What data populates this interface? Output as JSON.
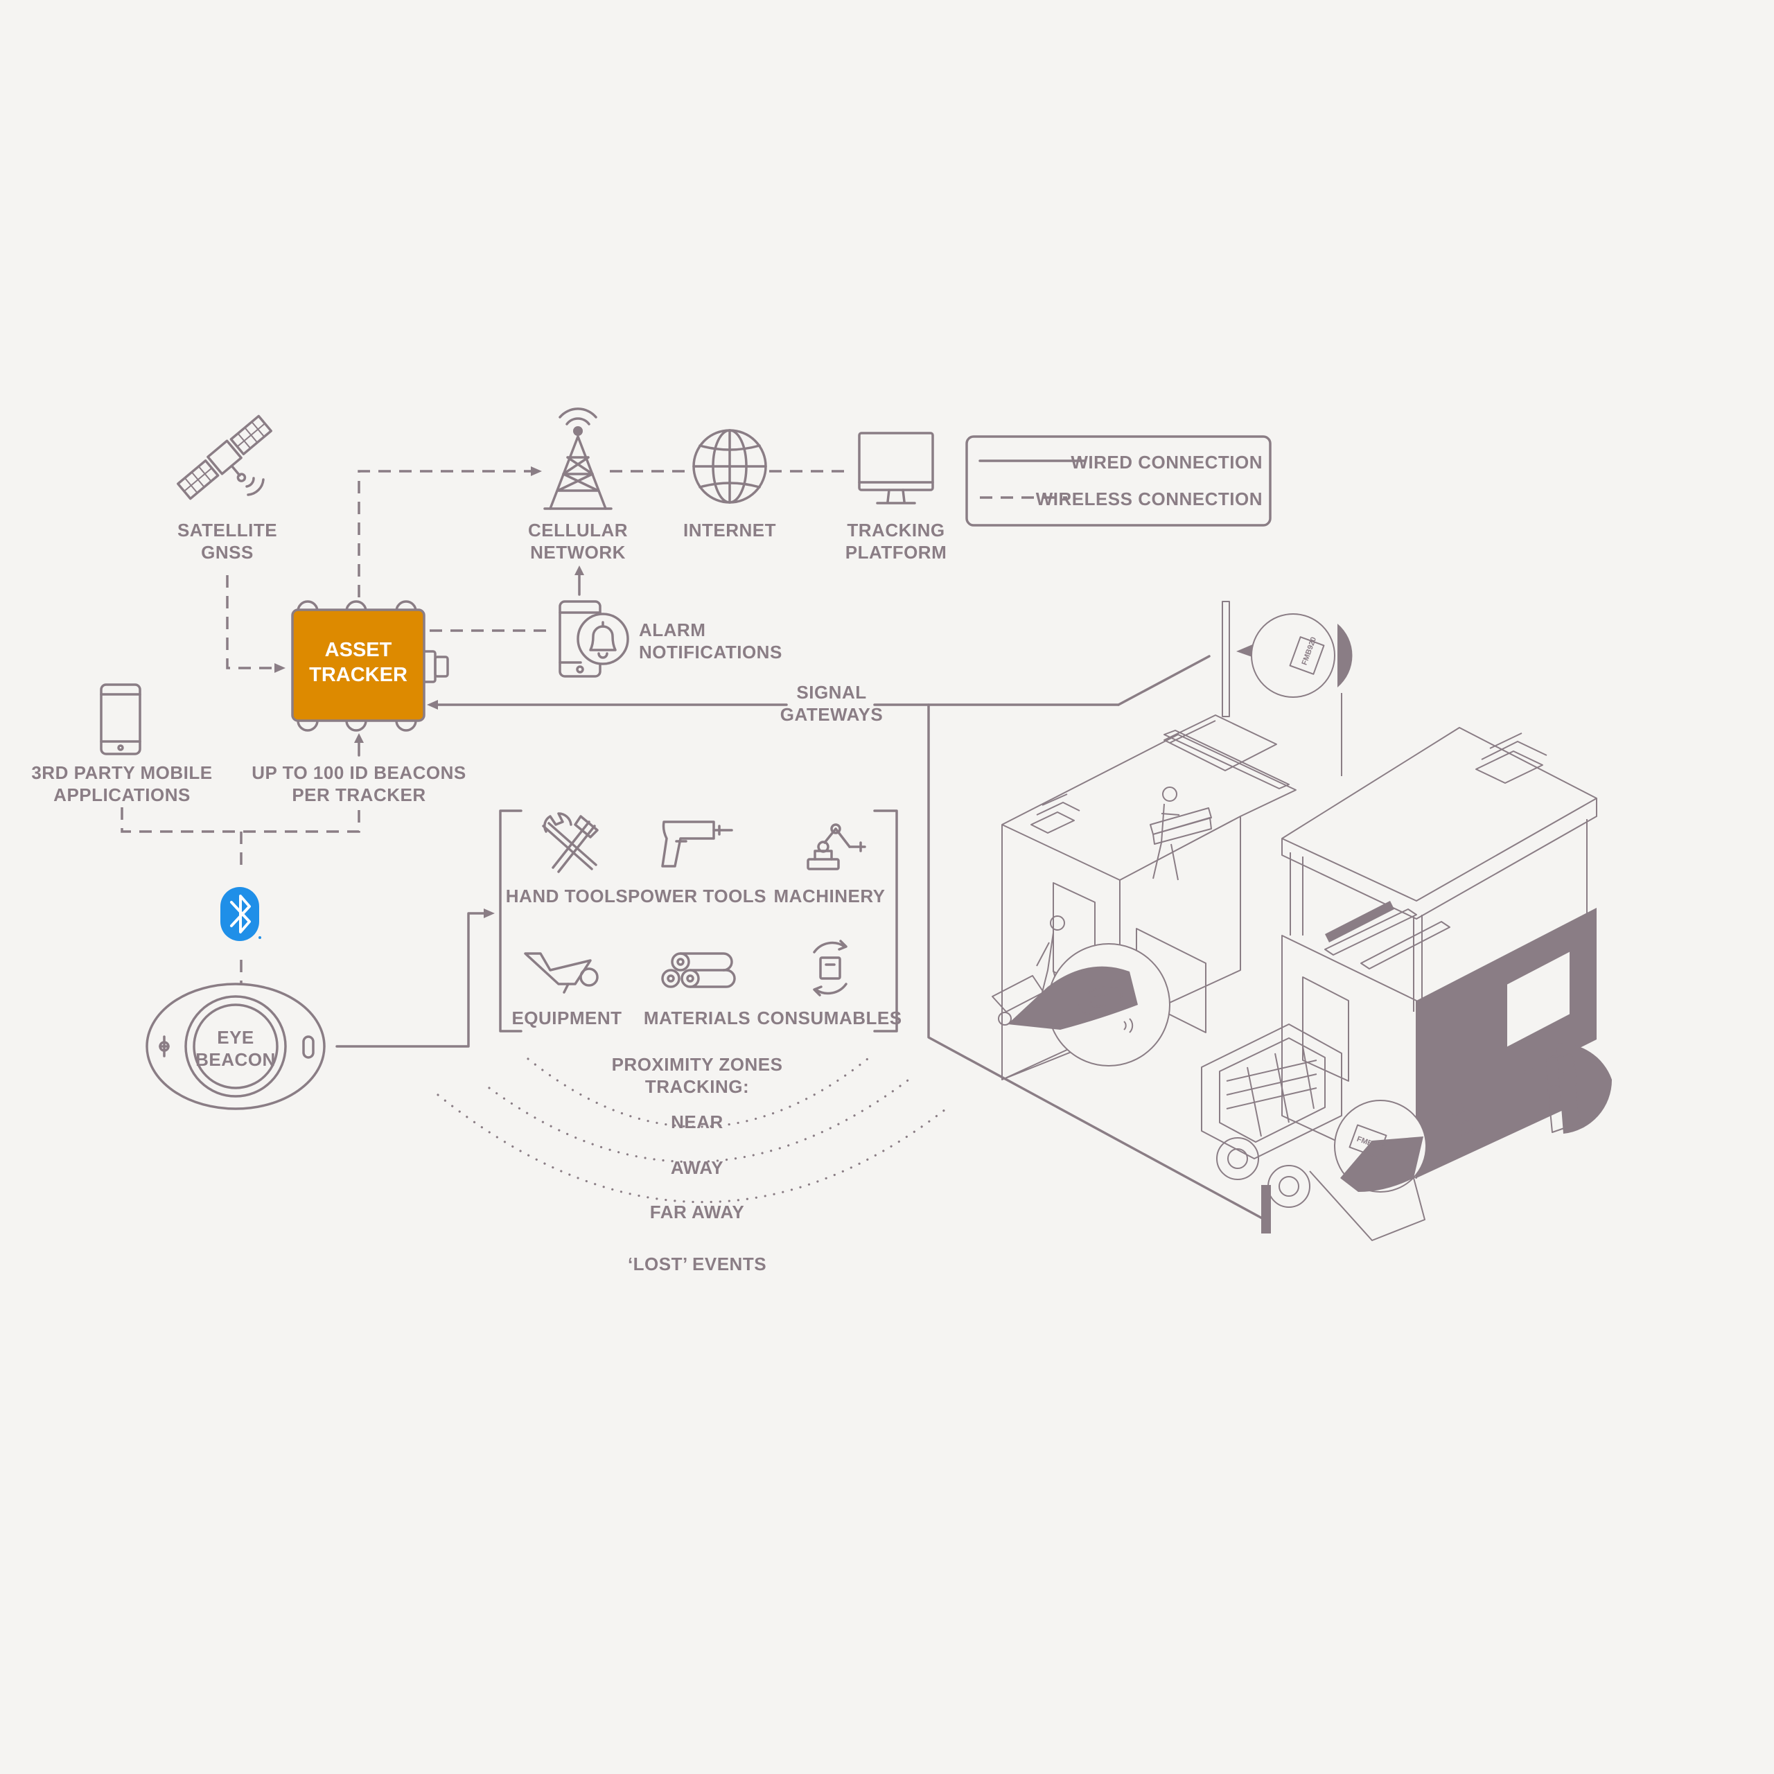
{
  "legend": {
    "wired": "WIRED CONNECTION",
    "wireless": "WIRELESS CONNECTION"
  },
  "nodes": {
    "satellite": [
      "SATELLITE",
      "GNSS"
    ],
    "cellular": [
      "CELLULAR",
      "NETWORK"
    ],
    "internet": [
      "INTERNET"
    ],
    "platform": [
      "TRACKING",
      "PLATFORM"
    ],
    "tracker": [
      "ASSET",
      "TRACKER"
    ],
    "alarm": [
      "ALARM",
      "NOTIFICATIONS"
    ],
    "gateways": [
      "SIGNAL",
      "GATEWAYS"
    ],
    "mobile": [
      "3RD PARTY MOBILE",
      "APPLICATIONS"
    ],
    "beacons": [
      "UP TO 100 ID BEACONS",
      "PER TRACKER"
    ],
    "eye": [
      "EYE",
      "BEACON"
    ]
  },
  "assets": [
    "HAND TOOLS",
    "POWER TOOLS",
    "MACHINERY",
    "EQUIPMENT",
    "MATERIALS",
    "CONSUMABLES"
  ],
  "zones": {
    "title": [
      "PROXIMITY ZONES",
      "TRACKING:"
    ],
    "items": [
      "NEAR",
      "AWAY",
      "FAR AWAY",
      "‘LOST’ EVENTS"
    ]
  },
  "tag_text": "FMB920",
  "colors": {
    "accent": "#dd8a00",
    "ink": "#8a7d85",
    "bluetooth": "#1f8fe8",
    "background": "#f5f4f2"
  }
}
